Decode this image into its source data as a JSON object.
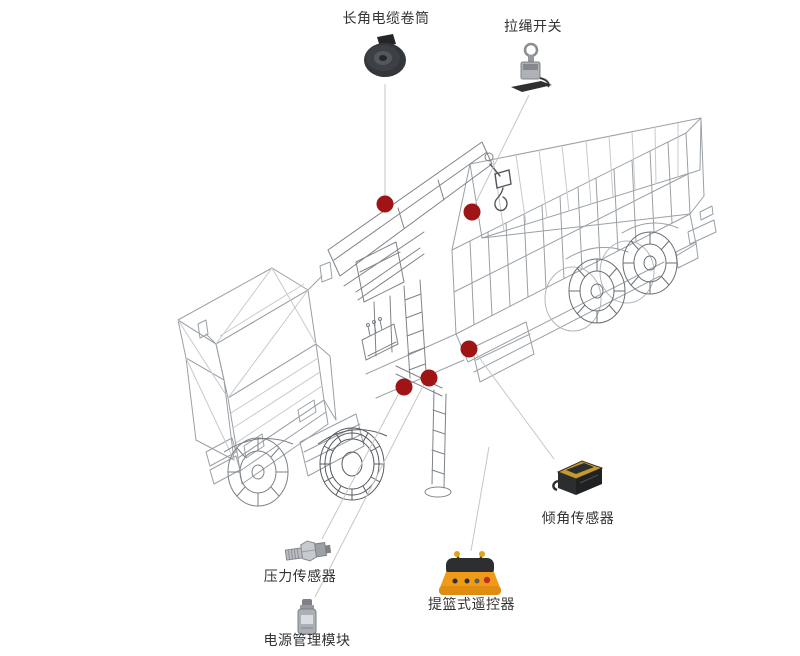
{
  "components": [
    {
      "id": "cable-reel",
      "name": "长角电缆卷筒"
    },
    {
      "id": "pull-rope-switch",
      "name": "拉绳开关"
    },
    {
      "id": "tilt-sensor",
      "name": "倾角传感器"
    },
    {
      "id": "pressure-sensor",
      "name": "压力传感器"
    },
    {
      "id": "power-module",
      "name": "电源管理模块"
    },
    {
      "id": "basket-remote",
      "name": "提篮式遥控器"
    }
  ],
  "marker_count": 5,
  "colors": {
    "marker": "#9f1414",
    "leader_line": "#c6c6c6",
    "wireframe": "#9aa0a6",
    "wireframe_faint": "#c6c9cd",
    "wireframe_dark": "#6b6f74",
    "text": "#333333"
  }
}
